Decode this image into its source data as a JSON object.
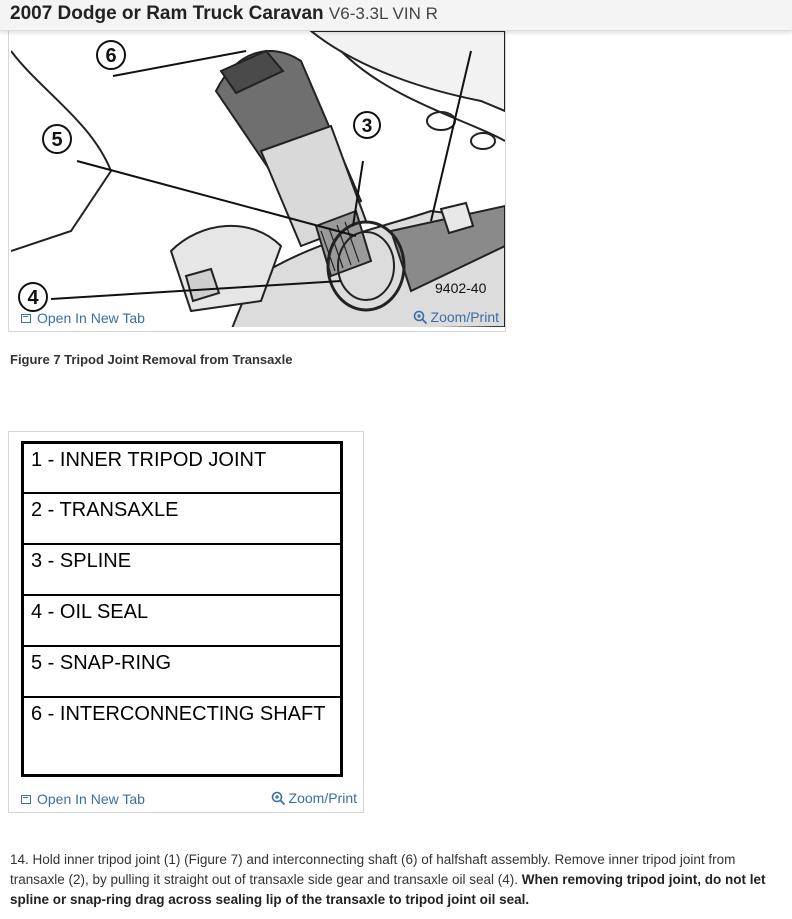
{
  "header": {
    "title": "2007 Dodge or Ram Truck Caravan",
    "subtitle": "V6-3.3L VIN R"
  },
  "figure": {
    "callouts": [
      "6",
      "5",
      "3",
      "4"
    ],
    "code": "9402-40",
    "open_label": "Open In New Tab",
    "zoom_label": "Zoom/Print",
    "caption": "Figure 7 Tripod Joint Removal from Transaxle"
  },
  "legend": {
    "rows": [
      "1 - INNER TRIPOD JOINT",
      "2 - TRANSAXLE",
      "3 - SPLINE",
      "4 - OIL SEAL",
      "5 - SNAP-RING",
      "6 - INTERCONNECTING SHAFT"
    ],
    "open_label": "Open In New Tab",
    "zoom_label": "Zoom/Print"
  },
  "body": {
    "step_text": "14. Hold inner tripod joint (1) (Figure 7) and interconnecting shaft (6) of halfshaft assembly. Remove inner tripod joint from transaxle (2), by pulling it straight out of transaxle side gear and transaxle oil seal (4).",
    "warning_text": "When removing tripod joint, do not let spline or snap-ring drag across sealing lip of the transaxle to tripod joint oil seal."
  }
}
